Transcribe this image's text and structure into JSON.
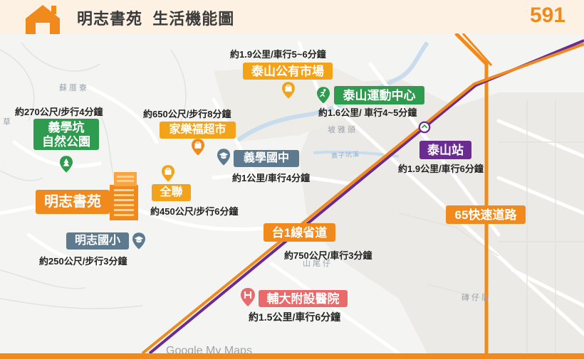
{
  "header": {
    "title": "明志書苑  生活機能圖",
    "brand": "591"
  },
  "colors": {
    "orange": "#f08a1c",
    "green": "#2e9b4e",
    "purple": "#6a2c91",
    "slate": "#5e7a8e",
    "red": "#e86a6a",
    "amber": "#f3a31a"
  },
  "map_labels": {
    "area1": "蘇厝寮",
    "area2": "坡雅頭",
    "area3": "貴子坑溪",
    "area4": "山尾仔",
    "area5": "磚仔厝",
    "area6": "草"
  },
  "places": {
    "mingzhi": {
      "name": "明志書苑"
    },
    "yixuekeng": {
      "name_line1": "義學坑",
      "name_line2": "自然公園",
      "distance": "約270公尺/步行4分鐘"
    },
    "taishan_market": {
      "name": "泰山公有市場",
      "distance": "約1.9公里/車行5~6分鐘"
    },
    "sports_center": {
      "name": "泰山運動中心",
      "distance": "約1.6公里/  車行4~5分鐘"
    },
    "carrefour": {
      "name": "家樂福超市",
      "distance": "約650公尺/步行8分鐘"
    },
    "yixue_junior": {
      "name": "義學國中",
      "distance": "約1公里/車行4分鐘"
    },
    "pxmart": {
      "name": "全聯",
      "distance": "約450公尺/步行6分鐘"
    },
    "mingzhi_elementary": {
      "name": "明志國小",
      "distance": "約250公尺/步行3分鐘"
    },
    "taishan_station": {
      "name": "泰山站",
      "distance": "約1.9公里/車行6分鐘"
    },
    "expressway": {
      "name": "65快速道路"
    },
    "provincial_road": {
      "name": "台1線省道",
      "distance": "約750公尺/車行3分鐘"
    },
    "hospital": {
      "name": "輔大附設醫院",
      "distance": "約1.5公里/車行6分鐘"
    }
  },
  "watermark": {
    "text": "Google My Maps"
  }
}
